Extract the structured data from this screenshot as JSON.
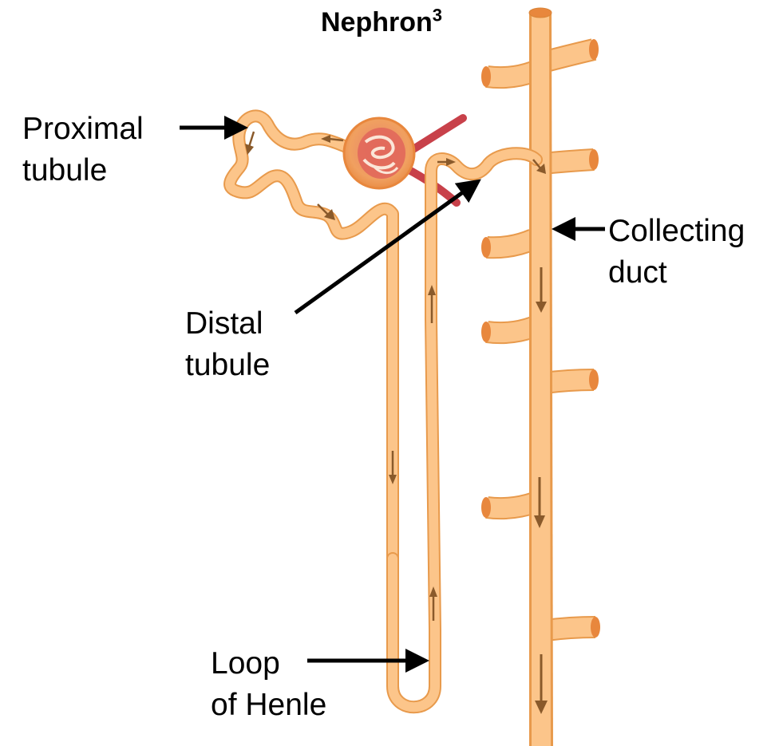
{
  "title": {
    "text": "Nephron",
    "superscript": "3"
  },
  "labels": {
    "proximal_line1": "Proximal",
    "proximal_line2": "tubule",
    "distal_line1": "Distal",
    "distal_line2": "tubule",
    "collecting_line1": "Collecting",
    "collecting_line2": "duct",
    "loop_line1": "Loop",
    "loop_line2": "of Henle"
  },
  "colors": {
    "tubule_fill": "#fcc58a",
    "tubule_edge": "#e89a4c",
    "flow_arrow": "#8a5a2b",
    "glomerulus_outer": "#f2a15e",
    "glomerulus_inner": "#d9563f",
    "blood_vessel": "#c8414a",
    "pointer": "#000000"
  }
}
